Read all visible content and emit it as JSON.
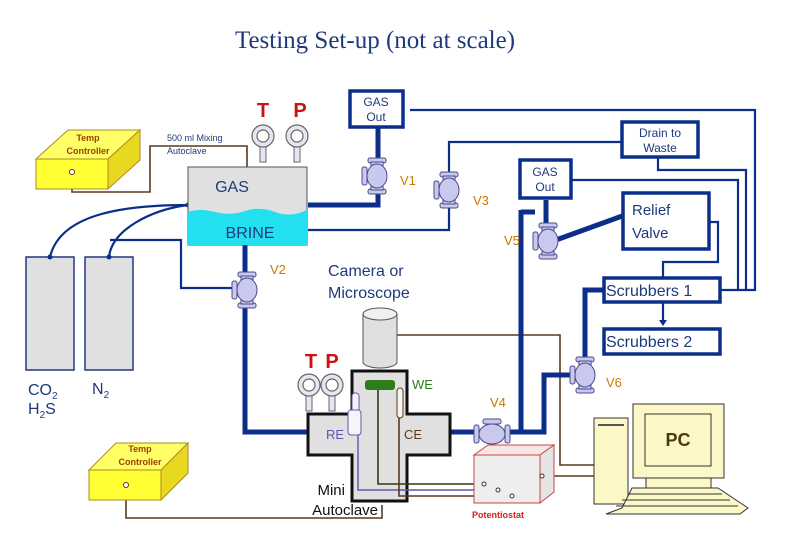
{
  "title": "Testing Set-up (not at scale)",
  "labels": {
    "temp_controller_top_line1": "Temp",
    "temp_controller_top_line2": "Controller",
    "temp_controller_bottom_line1": "Temp",
    "temp_controller_bottom_line2": "Controller",
    "mixing_autoclave_line1": "500 ml Mixing",
    "mixing_autoclave_line2": "Autoclave",
    "gauge_t": "T",
    "gauge_p": "P",
    "mini_gauge_t": "T",
    "mini_gauge_p": "P",
    "gas": "GAS",
    "brine": "BRINE",
    "gas_out_1_line1": "GAS",
    "gas_out_1_line2": "Out",
    "gas_out_2_line1": "GAS",
    "gas_out_2_line2": "Out",
    "drain_line1": "Drain to",
    "drain_line2": "Waste",
    "relief_line1": "Relief",
    "relief_line2": "Valve",
    "scrubbers_1": "Scrubbers 1",
    "scrubbers_2": "Scrubbers 2",
    "camera_line1": "Camera  or",
    "camera_line2": "Microscope",
    "co2": "CO",
    "co2_sub": "2",
    "h2s_h": "H",
    "h2s_sub": "2",
    "h2s_s": "S",
    "n2": "N",
    "n2_sub": "2",
    "we": "WE",
    "re": "RE",
    "ce": "CE",
    "mini_line1": "Mini",
    "mini_line2": "Autoclave",
    "potentiostat": "Potentiostat",
    "pc": "PC"
  },
  "valves": [
    "V1",
    "V2",
    "V3",
    "V4",
    "V5",
    "V6"
  ],
  "colors": {
    "pipe": "#0b2e8a",
    "brine": "#22e0f0",
    "controller": "#ffff33",
    "gauge_label": "#cc1111",
    "valve_label": "#c87800",
    "electrode_we": "#2e7d1a",
    "electrode_re": "#6a4fb0",
    "potentiostat_label": "#cc2222"
  }
}
